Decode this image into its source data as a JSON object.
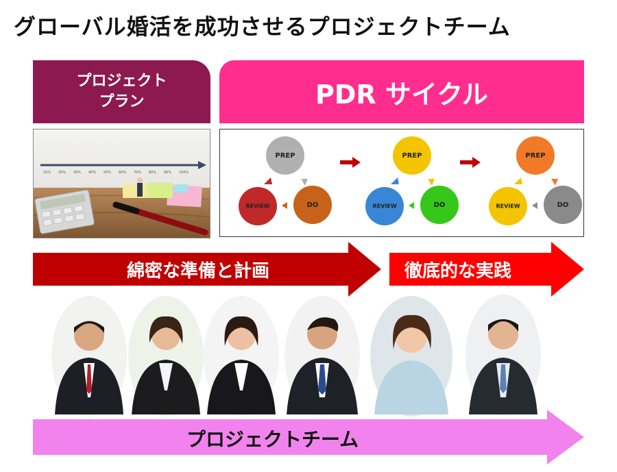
{
  "title": "グローバル婚活を成功させるプロジェクトチーム",
  "tabs": {
    "plan": "プロジェクト\nプラン",
    "pdr": "PDR サイクル"
  },
  "plan_image": {
    "scale_labels": [
      "10%",
      "20%",
      "30%",
      "40%",
      "50%",
      "60%",
      "70%",
      "80%",
      "90%",
      "100%"
    ]
  },
  "cycles": [
    {
      "prep": "PREP",
      "do": "DO",
      "review": "REVIEW",
      "colors": {
        "prep": "#b0b0b0",
        "do": "#c8621a",
        "review": "#c0282a"
      }
    },
    {
      "prep": "PREP",
      "do": "DO",
      "review": "REVIEW",
      "colors": {
        "prep": "#f5c400",
        "do": "#35c81a",
        "review": "#3a86d6"
      }
    },
    {
      "prep": "PREP",
      "do": "DO",
      "review": "REVIEW",
      "colors": {
        "prep": "#f07a28",
        "do": "#8a8a8a",
        "review": "#f5c400"
      }
    }
  ],
  "phases": {
    "planning": "綿密な準備と計画",
    "execution": "徹底的な実践"
  },
  "team_label": "プロジェクトチーム",
  "colors": {
    "plan_tab": "#8c1a50",
    "pdr_tab": "#ff2d8e",
    "phase_arrow_dark": "#c00000",
    "phase_arrow_bright": "#ff0000",
    "team_arrow": "#f283ee"
  }
}
